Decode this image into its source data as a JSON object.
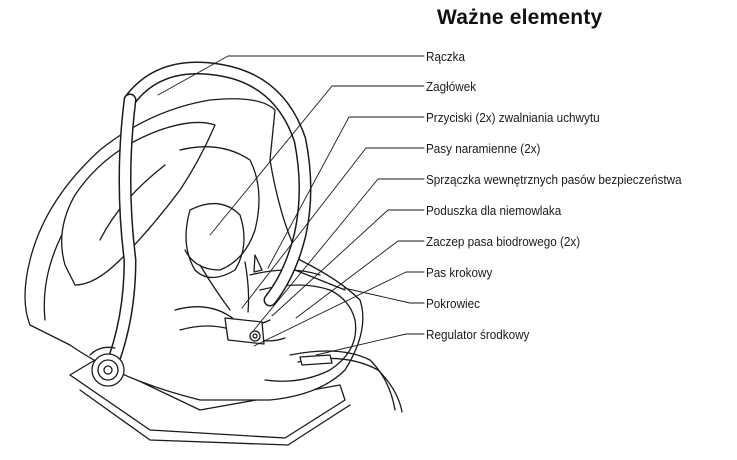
{
  "title": "Ważne elementy",
  "labels": [
    "Rączka",
    "Zagłówek",
    "Przyciski (2x) zwalniania uchwytu",
    "Pasy naramienne (2x)",
    "Sprzączka wewnętrznych pasów bezpieczeństwa",
    "Poduszka dla niemowlaka",
    "Zaczep pasa biodrowego (2x)",
    "Pas krokowy",
    "Pokrowiec",
    "Regulator środkowy"
  ],
  "colors": {
    "ink": "#1a1a1a",
    "background": "#ffffff"
  }
}
